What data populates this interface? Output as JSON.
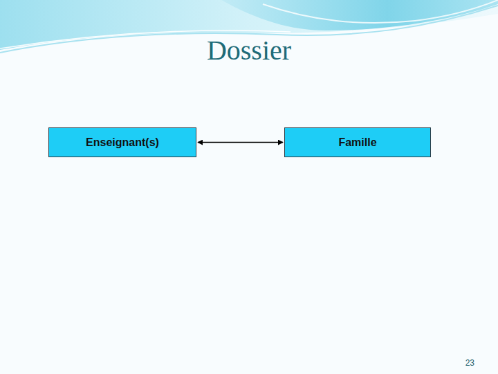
{
  "diagram": {
    "title": "Dossier",
    "nodes": [
      {
        "text": [
          "Enseignant(s)"
        ]
      },
      {
        "text": [
          "Famille"
        ]
      }
    ],
    "edges": [
      {
        "from": 0,
        "to": 1,
        "arrow": "both"
      }
    ],
    "labels": [
      "23"
    ]
  }
}
